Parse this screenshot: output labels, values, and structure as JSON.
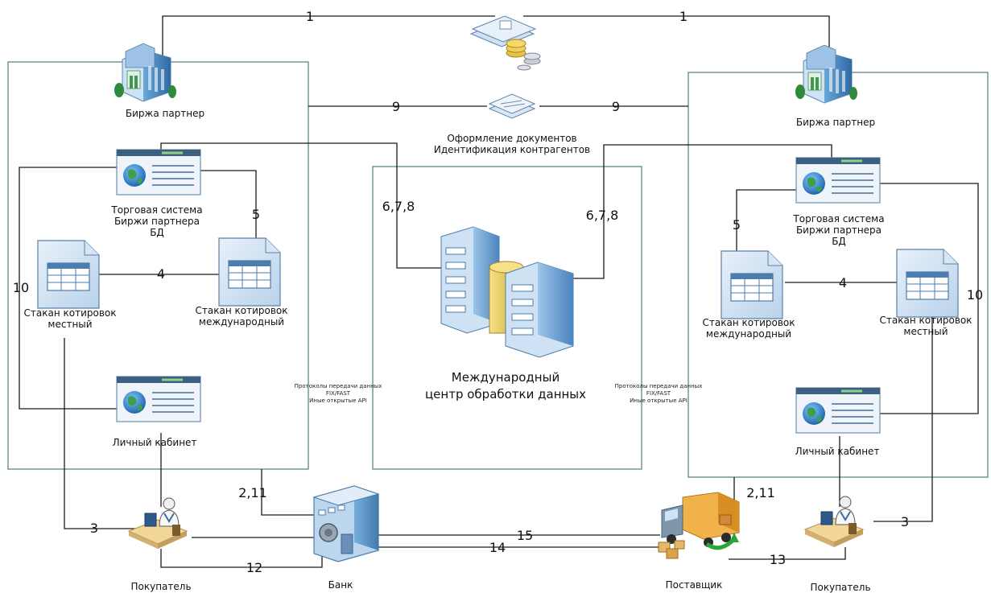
{
  "labels": {
    "exchange_left": "Биржа партнер",
    "exchange_right": "Биржа партнер",
    "docs_line1": "Оформление документов",
    "docs_line2": "Идентификация контрагентов",
    "trading_left_1": "Торговая система",
    "trading_left_2": "Биржи партнера",
    "trading_left_3": "БД",
    "trading_right_1": "Торговая система",
    "trading_right_2": "Биржи партнера",
    "trading_right_3": "БД",
    "book_local_left_1": "Стакан котировок",
    "book_local_left_2": "местный",
    "book_intl_left_1": "Стакан котировок",
    "book_intl_left_2": "международный",
    "book_intl_right_1": "Стакан котировок",
    "book_intl_right_2": "международный",
    "book_local_right_1": "Стакан котировок",
    "book_local_right_2": "местный",
    "cabinet_left": "Личный кабинет",
    "cabinet_right": "Личный кабинет",
    "center_1": "Международный",
    "center_2": "центр обработки данных",
    "proto_left_1": "Протоколы передачи данных",
    "proto_left_2": "FIX/FAST",
    "proto_left_3": "Иные открытые API",
    "proto_right_1": "Протоколы передачи данных",
    "proto_right_2": "FIX/FAST",
    "proto_right_3": "Иные открытые API",
    "buyer_left": "Покупатель",
    "bank": "Банк",
    "supplier": "Поставщик",
    "buyer_right": "Покупатель"
  },
  "numbers": {
    "n1_left": "1",
    "n1_right": "1",
    "n9_left": "9",
    "n9_right": "9",
    "n678_left": "6,7,8",
    "n678_right": "6,7,8",
    "n5_left": "5",
    "n5_right": "5",
    "n4_left": "4",
    "n4_right": "4",
    "n10_left": "10",
    "n10_right": "10",
    "n211_left": "2,11",
    "n211_right": "2,11",
    "n3_left": "3",
    "n3_right": "3",
    "n12": "12",
    "n14": "14",
    "n15": "15",
    "n13": "13"
  }
}
